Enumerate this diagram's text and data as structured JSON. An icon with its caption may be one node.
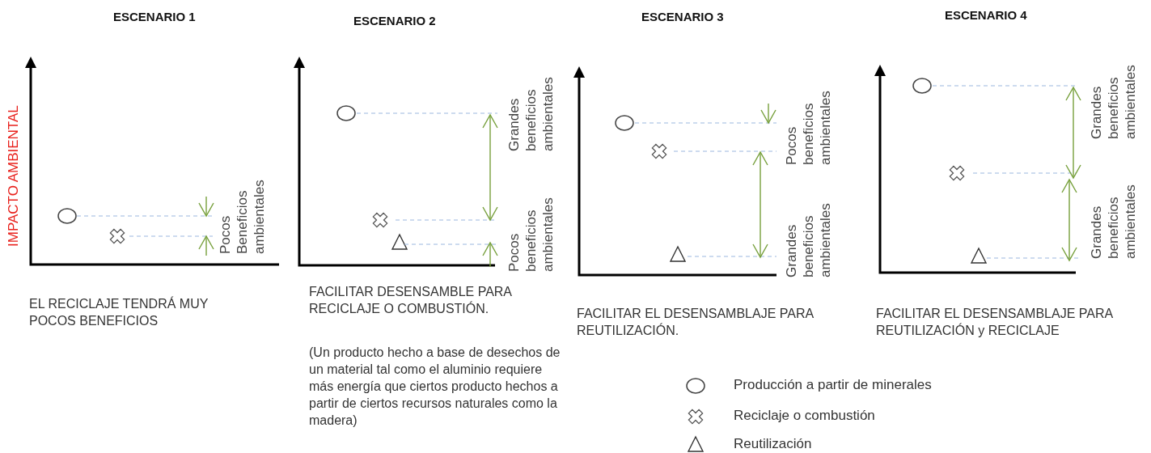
{
  "diagram": {
    "labels": [
      "ESCENARIO 1",
      "ESCENARIO 2",
      "ESCENARIO 3",
      "ESCENARIO 4",
      "IMPACTO AMBIENTAL",
      "Pocos Beneficios ambientales",
      "Grandes beneficios ambientales",
      "Pocos beneficios ambientales",
      "Pocos beneficios ambientales",
      "Grandes beneficios ambientales",
      "Grandes beneficios ambientales",
      "Grandes beneficios ambientales",
      "EL RECICLAJE TENDRÁ MUY POCOS BENEFICIOS",
      "FACILITAR DESENSAMBLE PARA RECICLAJE O COMBUSTIÓN.",
      "(Un producto hecho a base de desechos de un material tal como el aluminio requiere más energía que ciertos producto hechos a partir de ciertos recursos naturales como la madera)",
      "FACILITAR EL DESENSAMBLAJE PARA REUTILIZACIÓN.",
      "FACILITAR EL DESENSAMBLAJE PARA REUTILIZACIÓN y RECICLAJE"
    ],
    "legend": [
      {
        "text": "Producción a partir de minerales"
      },
      {
        "text": "Reciclaje o combustión"
      },
      {
        "text": "Reutilización"
      }
    ]
  }
}
